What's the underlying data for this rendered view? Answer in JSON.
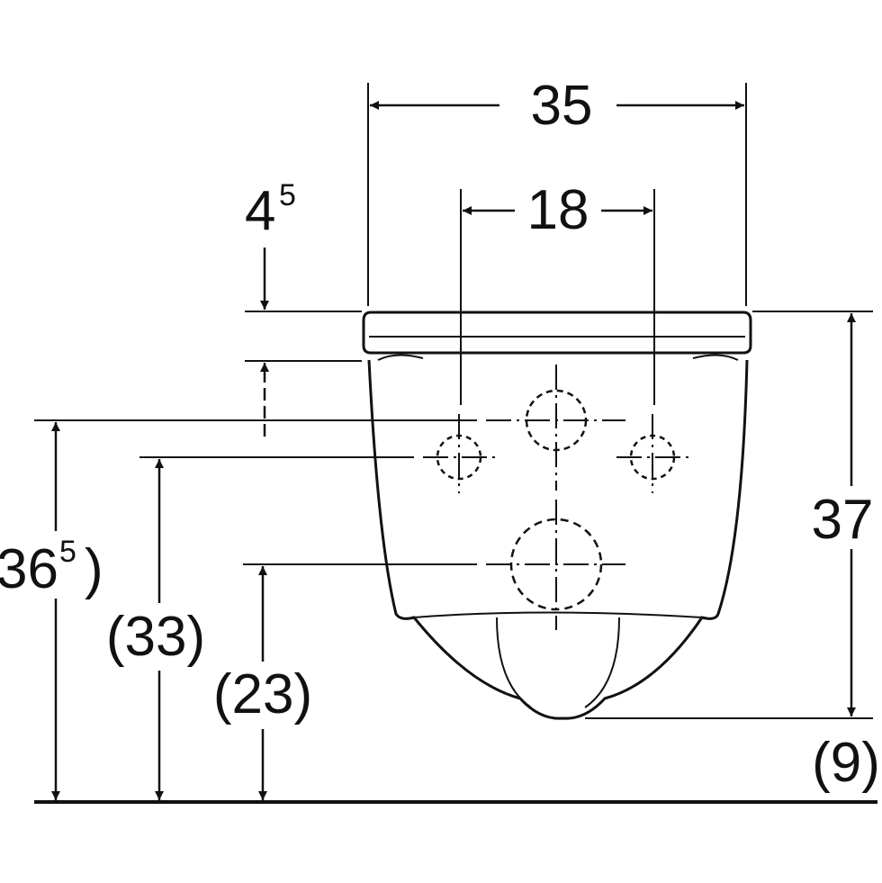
{
  "dimensions": {
    "overall_width": "35",
    "fixing_distance": "18",
    "seat_offset": "4",
    "seat_offset_sup": "5",
    "total_height": "36",
    "total_height_sup": "5",
    "total_height_close": ")",
    "bolt_height": "(33)",
    "outlet_height": "(23)",
    "depth": "37",
    "bottom_clearance": "(9)"
  },
  "colors": {
    "line": "#111111",
    "background": "#ffffff"
  }
}
